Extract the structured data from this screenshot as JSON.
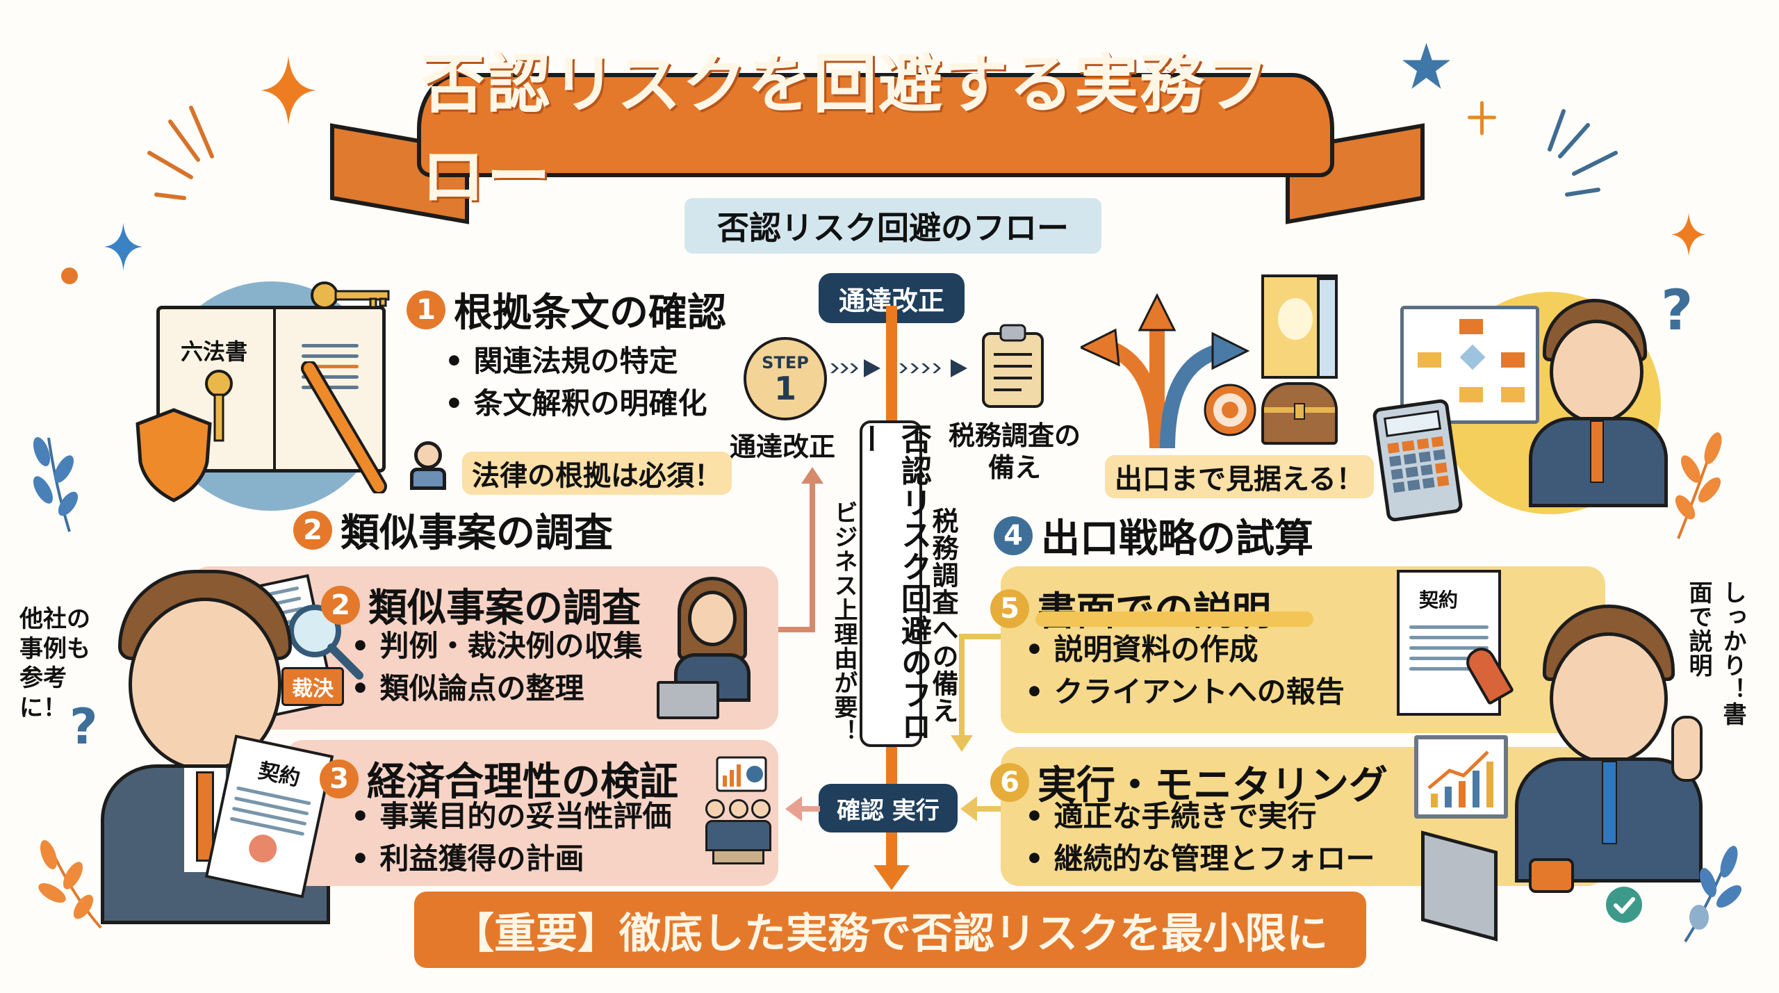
{
  "title": "否認リスクを回避する実務フロー",
  "subtitle": "否認リスク回避のフロー",
  "colors": {
    "orange": "#e4792b",
    "navy": "#1f3f5c",
    "blue": "#3e6f99",
    "gold": "#e6ad3a",
    "pink_card": "#f6d3c5",
    "yellow_card": "#f6d98a",
    "subtitle_bg": "#d3e6ee"
  },
  "center": {
    "top_pill": "通達改正",
    "vertical_box": "否認リスク回避のフロー",
    "bottom_pill": "確認 実行",
    "step_badge": {
      "label": "STEP",
      "number": "1"
    },
    "step_caption": "通達改正",
    "left_vertical_note": "ビジネス上理由が要！",
    "right_vertical_note": "税務調査への備え",
    "clipboard_caption_line1": "税務調査の",
    "clipboard_caption_line2": "備え"
  },
  "steps": [
    {
      "number": "1",
      "title": "根拠条文の確認",
      "bullets": [
        "関連法規の特定",
        "条文解釈の明確化"
      ],
      "note": "法律の根拠は必須！",
      "illustration_label": "六法書"
    },
    {
      "number": "2",
      "title": "類似事案の調査",
      "header_repeat": "類似事案の調査",
      "bullets": [
        "判例・裁決例の収集",
        "類似論点の整理"
      ],
      "illustration_label": "裁決",
      "side_note": "他社の事例も参考に！"
    },
    {
      "number": "3",
      "title": "経済合理性の検証",
      "bullets": [
        "事業目的の妥当性評価",
        "利益獲得の計画"
      ],
      "illustration_label": "契約"
    },
    {
      "number": "4",
      "title": "出口戦略の試算",
      "note": "出口まで見据える！"
    },
    {
      "number": "5",
      "title": "書面での説明",
      "bullets": [
        "説明資料の作成",
        "クライアントへの報告"
      ],
      "illustration_label": "契約",
      "side_note": "しっかり！書面で説明"
    },
    {
      "number": "6",
      "title": "実行・モニタリング",
      "bullets": [
        "適正な手続きで実行",
        "継続的な管理とフォロー"
      ]
    }
  ],
  "footer": "【重要】徹底した実務で否認リスクを最小限に",
  "icons": [
    "sparkle-icon",
    "star-icon",
    "key-icon",
    "shield-icon",
    "book-icon",
    "pen-icon",
    "magnifier-icon",
    "clipboard-icon",
    "branching-arrows-icon",
    "door-icon",
    "target-icon",
    "treasure-chest-icon",
    "calculator-icon",
    "flowchart-icon",
    "chart-monitor-icon",
    "stamp-icon",
    "check-icon",
    "question-mark-icon",
    "laurel-icon"
  ]
}
